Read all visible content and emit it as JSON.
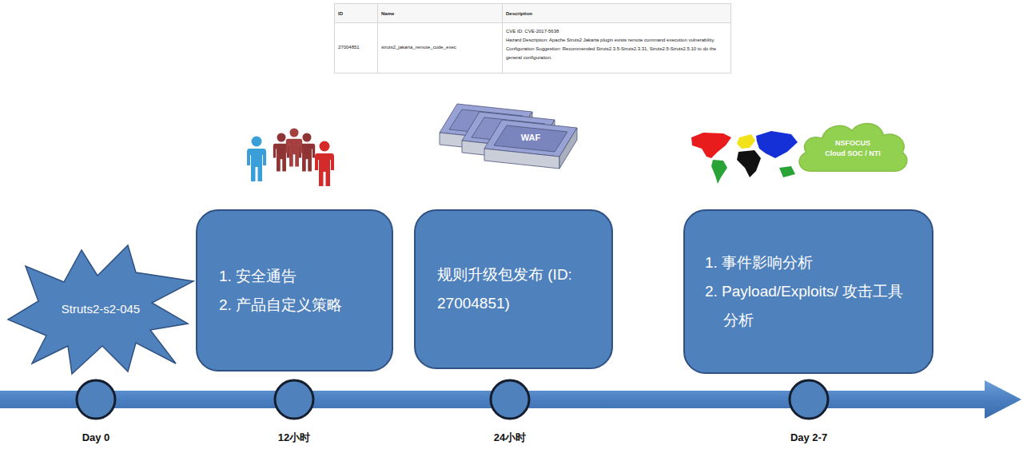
{
  "diagram": {
    "nodes": [
      {
        "text": [
          "Struts2-s2-045"
        ]
      },
      {
        "text": [
          "1. 安全通告",
          "2. 产品自定义策略"
        ]
      },
      {
        "text": [
          "规则升级包发布 (ID: 27004851)"
        ]
      },
      {
        "text": [
          "1. 事件影响分析",
          "2. Payload/Exploits/ 攻击工具 分析"
        ]
      },
      {
        "text": [
          "NSFOCUS",
          "Cloud SOC / NTI"
        ]
      }
    ],
    "labels": [
      "ID",
      "Name",
      "Description",
      "27004851",
      "struts2_jakarta_remote_code_exec",
      "CVE ID: CVE-2017-5638",
      "Hazard Description: Apache Struts2 Jakarta plugin exists remote command execution vulnerability.",
      "Configuration Suggestion: Recommended Struts2.3.5-Struts2.3.31, Struts2.5-Struts2.5.10 to do the general configuration.",
      "WAF",
      "Day 0",
      "12小时",
      "24小时",
      "Day 2-7"
    ]
  }
}
